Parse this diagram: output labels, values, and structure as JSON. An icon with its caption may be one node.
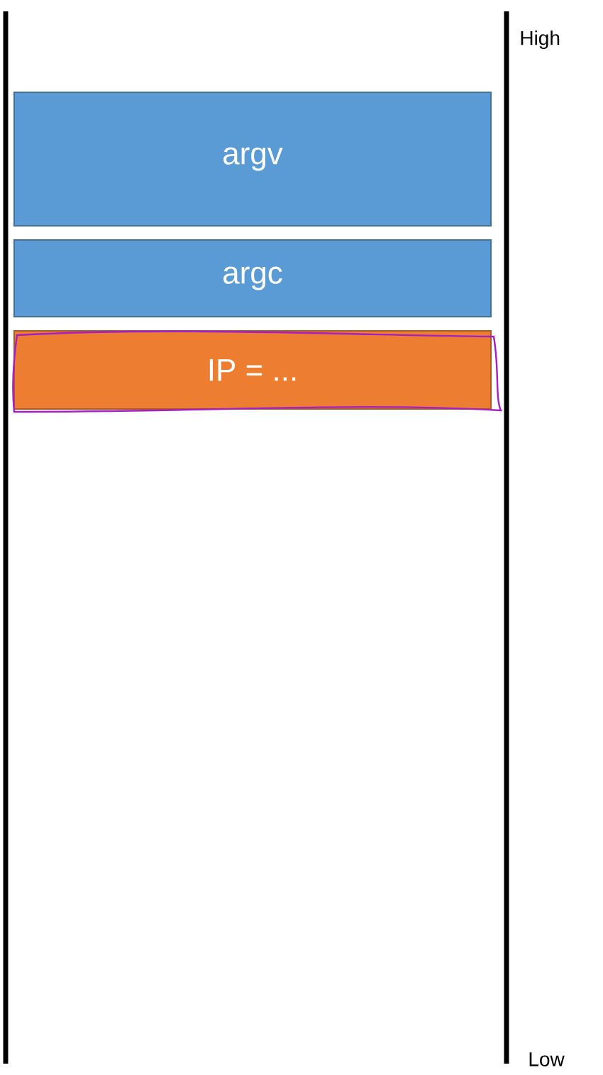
{
  "diagram": {
    "nodes": [
      {
        "text": [
          "argv"
        ]
      },
      {
        "text": [
          "argc"
        ]
      },
      {
        "text": [
          "IP = ..."
        ]
      }
    ],
    "labels": [
      "High",
      "Low"
    ]
  }
}
